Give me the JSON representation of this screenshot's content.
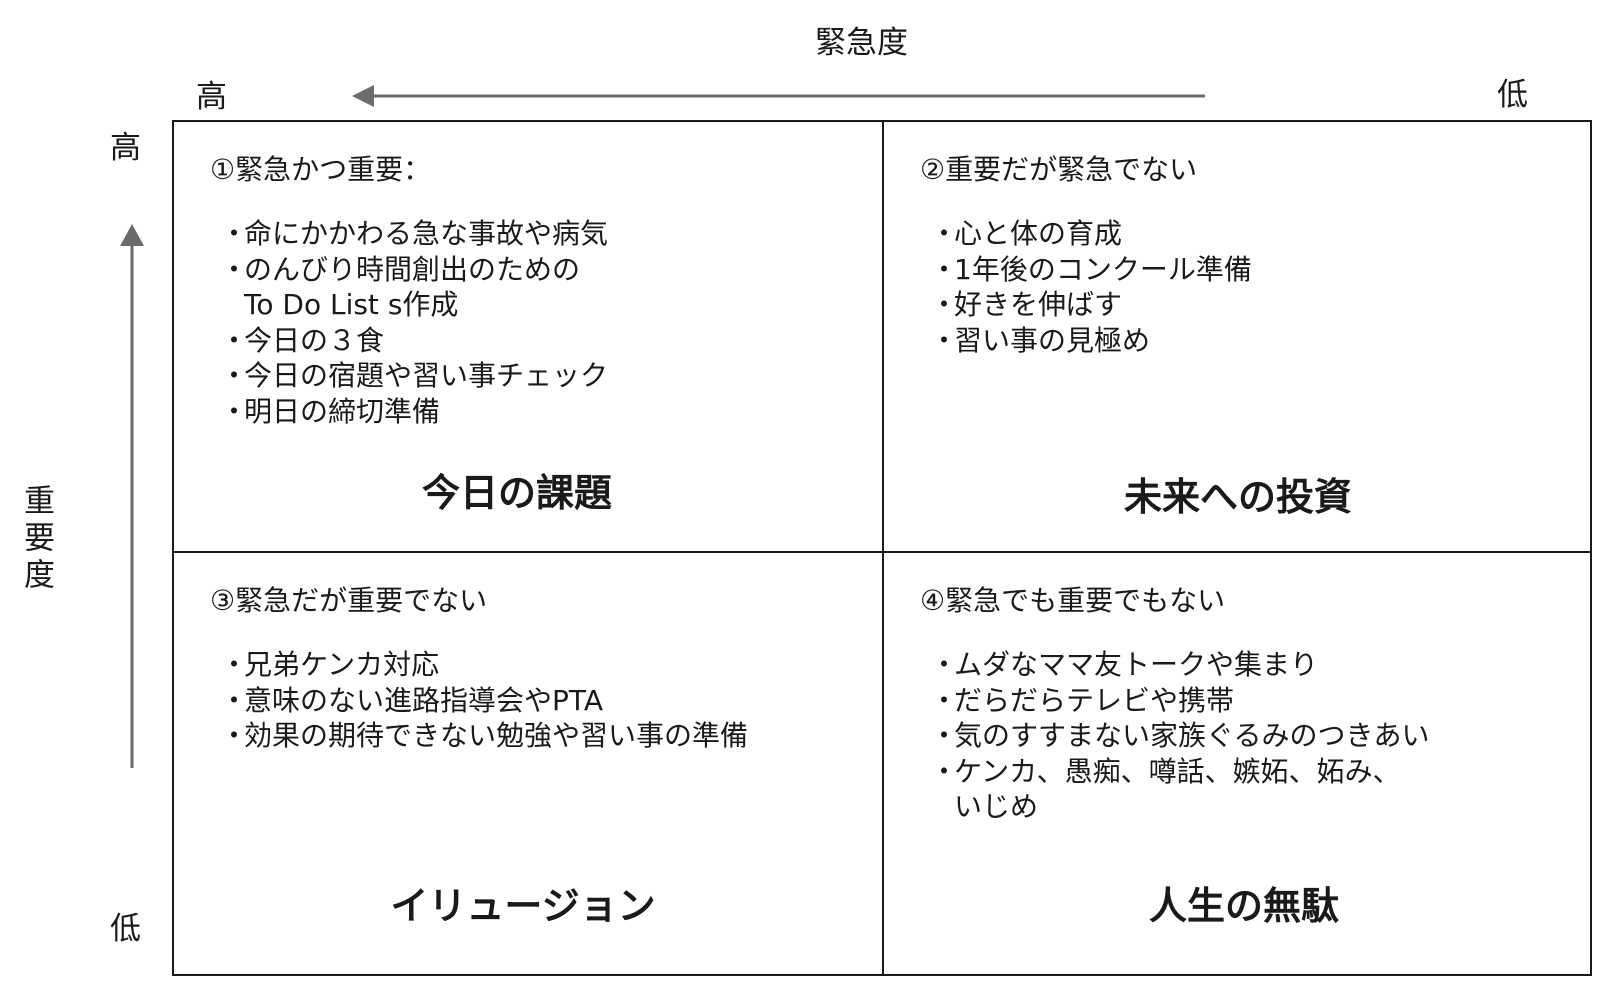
{
  "axes": {
    "horizontal": {
      "title": "緊急度",
      "high": "高",
      "low": "低"
    },
    "vertical": {
      "title": "重要度",
      "high": "高",
      "low": "低"
    },
    "arrow_color": "#6b6b6b"
  },
  "quadrants": [
    {
      "heading": "①緊急かつ重要：",
      "items": [
        "命にかかわる急な事故や病気",
        "のんびり時間創出のための\nTo Do List s作成",
        "今日の３食",
        "今日の宿題や習い事チェック",
        "明日の締切準備"
      ],
      "label": "今日の課題"
    },
    {
      "heading": "②重要だが緊急でない",
      "items": [
        "心と体の育成",
        "1年後のコンクール準備",
        "好きを伸ばす",
        "習い事の見極め"
      ],
      "label": "未来への投資"
    },
    {
      "heading": "③緊急だが重要でない",
      "items": [
        "兄弟ケンカ対応",
        "意味のない進路指導会やPTA",
        "効果の期待できない勉強や習い事の準備"
      ],
      "label": "イリュージョン"
    },
    {
      "heading": "④緊急でも重要でもない",
      "items": [
        "ムダなママ友トークや集まり",
        "だらだらテレビや携帯",
        "気のすすまない家族ぐるみのつきあい",
        "ケンカ、愚痴、噂話、嫉妬、妬み、\nいじめ"
      ],
      "label": "人生の無駄"
    }
  ]
}
